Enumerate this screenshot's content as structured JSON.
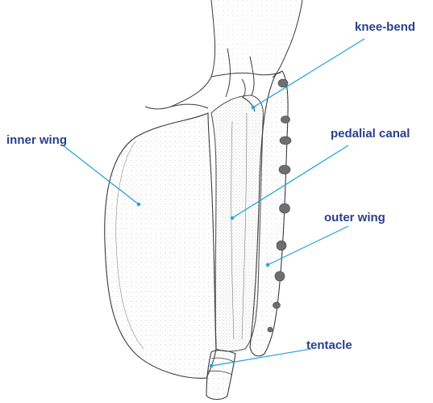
{
  "labels": {
    "knee_bend": "knee-bend",
    "inner_wing": "inner wing",
    "pedalial_canal": "pedalial canal",
    "outer_wing": "outer wing",
    "tentacle": "tentacle"
  },
  "colors": {
    "label_text": "#2b3f8a",
    "leader_line": "#1fa3d6",
    "drawing_stroke": "#3a3a3a",
    "tentacle_spot": "#6e6e6e",
    "background": "#ffffff"
  }
}
